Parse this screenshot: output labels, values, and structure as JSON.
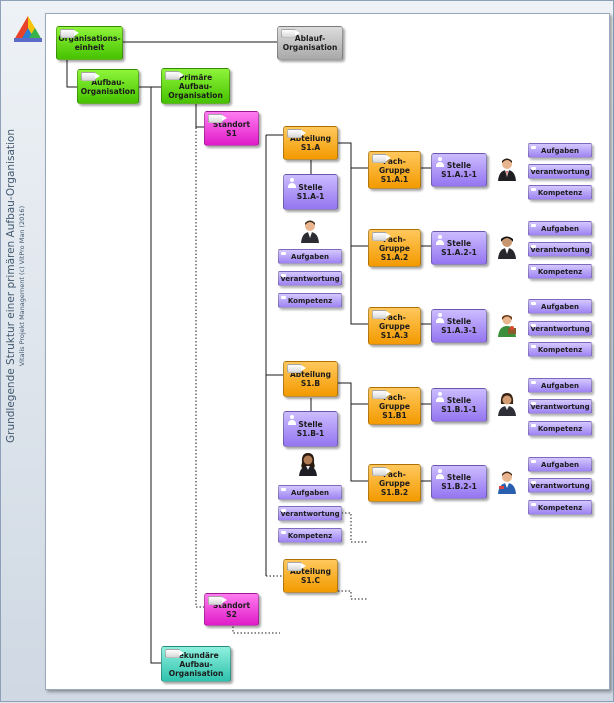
{
  "side_title": {
    "line1": "Grundlegende Struktur einer primären Aufbau-Organisation",
    "line2": "Vitalis Projekt Management (c) VitPro Man (2016)"
  },
  "colors": {
    "organisation": "#5fd60f",
    "ablauf": "#bdbdbd",
    "standort": "#f03ad8",
    "abteilung": "#f7ab1a",
    "stelle": "#a88cf5",
    "sekundaer": "#48d3bf"
  },
  "nodes": {
    "orga": "Organisations-\neinheit",
    "ablauf": "Ablauf-\nOrganisation",
    "aufbau": "Aufbau-\nOrganisation",
    "primaer": "Primäre\nAufbau-\nOrganisation",
    "standort_s1": "Standort\nS1",
    "standort_s2": "Standort\nS2",
    "abt_s1a": "Abteilung\nS1.A",
    "abt_s1b": "Abteilung\nS1.B",
    "abt_s1c": "Abteilung\nS1.C",
    "stelle_s1a1": "Stelle\nS1.A-1",
    "stelle_s1b1": "Stelle\nS1.B-1",
    "fg_s1a1": "Fach-\nGruppe\nS1.A.1",
    "fg_s1a2": "Fach-\nGruppe\nS1.A.2",
    "fg_s1a3": "Fach-\nGruppe\nS1.A.3",
    "fg_s1b1": "Fach-\nGruppe\nS1.B1",
    "fg_s1b2": "Fach-\nGruppe\nS1.B.2",
    "stelle_s1a11": "Stelle\nS1.A.1-1",
    "stelle_s1a21": "Stelle\nS1.A.2-1",
    "stelle_s1a31": "Stelle\nS1.A.3-1",
    "stelle_s1b11": "Stelle\nS1.B.1-1",
    "stelle_s1b21": "Stelle\nS1.B.2-1",
    "sekundaer": "Sekundäre\nAufbau-\nOrganisation"
  },
  "tags": {
    "aufgaben": "Aufgaben",
    "verantwortung": "Verantwortung",
    "kompetenz": "Kompetenz"
  },
  "icons": {
    "logo": "color-triangle-logo",
    "process": "process-arrow-icon",
    "role": "person-icon",
    "staff": "staff-avatar-icon"
  }
}
